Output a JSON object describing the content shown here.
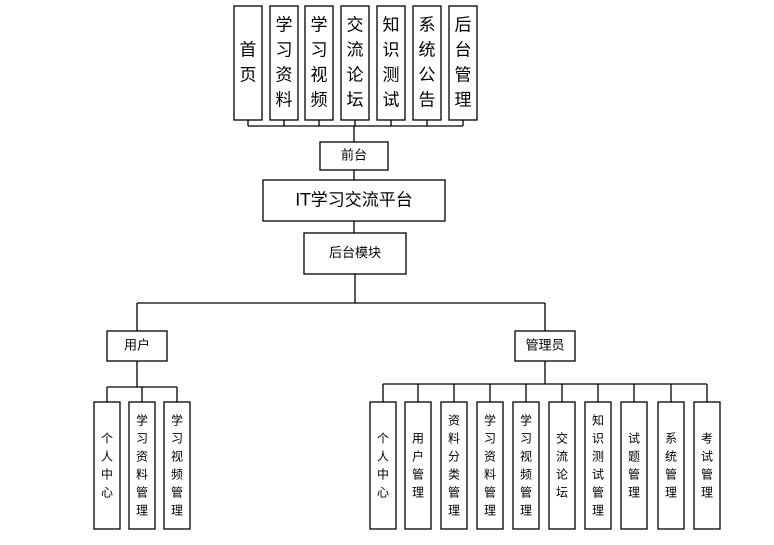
{
  "front_modules": [
    "首页",
    "学习资料",
    "学习视频",
    "交流论坛",
    "知识测试",
    "系统公告",
    "后台管理"
  ],
  "front_label": "前台",
  "platform_title": "IT学习交流平台",
  "backend_label": "后台模块",
  "user_group": {
    "label": "用户",
    "modules": [
      "个人中心",
      "学习资料管理",
      "学习视频管理"
    ]
  },
  "admin_group": {
    "label": "管理员",
    "modules": [
      "个人中心",
      "用户管理",
      "资料分类管理",
      "学习资料管理",
      "学习视频管理",
      "交流论坛",
      "知识测试管理",
      "试题管理",
      "系统管理",
      "考试管理"
    ]
  }
}
